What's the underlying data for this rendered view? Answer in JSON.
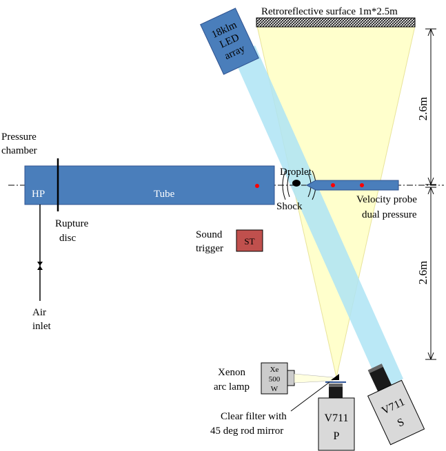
{
  "retro": {
    "label": "Retroreflective surface 1m*2.5m"
  },
  "led": {
    "line1": "18klm",
    "line2": "LED",
    "line3": "array"
  },
  "dims": {
    "upper": "2.6m",
    "lower": "2.6m"
  },
  "pressure_chamber": {
    "line1": "Pressure",
    "line2": "chamber"
  },
  "tube": {
    "hp": "HP",
    "label": "Tube"
  },
  "rupture": {
    "line1": "Rupture",
    "line2": "disc"
  },
  "droplet": {
    "label": "Droplet"
  },
  "shock": {
    "label": "Shock"
  },
  "velocity": {
    "line1": "Velocity probe",
    "line2": "dual pressure"
  },
  "sound_trigger": {
    "line1": "Sound",
    "line2": "trigger",
    "box": "ST"
  },
  "air_inlet": {
    "line1": "Air",
    "line2": "inlet"
  },
  "xenon": {
    "label_line1": "Xenon",
    "label_line2": "arc lamp",
    "box1": "Xe",
    "box2": "500",
    "box3": "W"
  },
  "filter": {
    "line1": "Clear filter with",
    "line2": "45 deg rod mirror"
  },
  "camera_p": {
    "line1": "V711",
    "line2": "P"
  },
  "camera_s": {
    "line1": "V711",
    "line2": "S"
  },
  "colors": {
    "tube_blue": "#4a7ebb",
    "tube_stroke": "#2f528f",
    "light_cone": "#ffffcc",
    "led_beam": "#aee4f5",
    "sound_box": "#c0504d",
    "sensor_dot": "#ff0000"
  }
}
